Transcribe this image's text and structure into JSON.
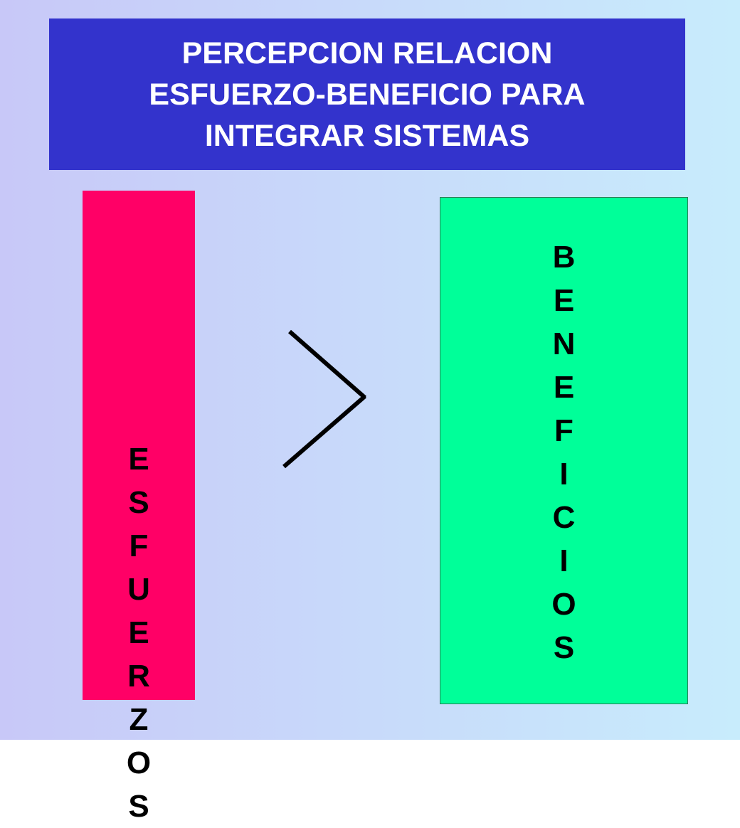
{
  "background": {
    "gradient_start": "#c8c8f8",
    "gradient_end": "#c8ecfc"
  },
  "title": {
    "lines": [
      "PERCEPCION RELACION",
      "ESFUERZO-BENEFICIO PARA",
      "INTEGRAR SISTEMAS"
    ],
    "background_color": "#3333cc",
    "text_color": "#ffffff"
  },
  "left_bar": {
    "letters": [
      "E",
      "S",
      "F",
      "U",
      "E",
      "R",
      "Z",
      "O",
      "S"
    ],
    "color": "#ff0066"
  },
  "comparison_symbol": {
    "shape": "greater-than",
    "color": "#000000"
  },
  "right_bar": {
    "letters": [
      "B",
      "E",
      "N",
      "E",
      "F",
      "I",
      "C",
      "I",
      "O",
      "S"
    ],
    "color": "#00ff99"
  }
}
